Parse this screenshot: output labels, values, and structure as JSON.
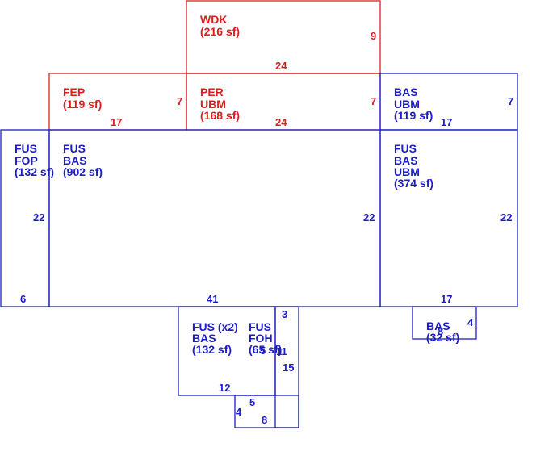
{
  "colors": {
    "blue": "#1c1cc8",
    "red": "#dc1e1e"
  },
  "areas": {
    "wdk": {
      "line1": "WDK",
      "line2": "(216 sf)",
      "dim_right": "9",
      "dim_bottom": "24"
    },
    "fep": {
      "line1": "FEP",
      "line2": "(119 sf)",
      "dim_right": "7",
      "dim_bottom": "17"
    },
    "per": {
      "line1": "PER",
      "line2": "UBM",
      "line3": "(168 sf)",
      "dim_right": "7",
      "dim_bottom": "24"
    },
    "bas_ubm_top": {
      "line1": "BAS",
      "line2": "UBM",
      "line3": "(119 sf)",
      "dim_right": "7",
      "dim_bottom": "17"
    },
    "fus_fop": {
      "line1": "FUS",
      "line2": "FOP",
      "line3": "(132 sf)",
      "dim_right": "22",
      "dim_bottom": "6"
    },
    "fus_bas_main": {
      "line1": "FUS",
      "line2": "BAS",
      "line3": "(902 sf)",
      "dim_right": "22",
      "dim_bottom": "41"
    },
    "fus_bas_ubm_right": {
      "line1": "FUS",
      "line2": "BAS",
      "line3": "UBM",
      "line4": "(374 sf)",
      "dim_right": "22",
      "dim_bottom": "17"
    },
    "fus_x2_bas": {
      "line1": "FUS (x2)",
      "line2": "BAS",
      "line3": "(132 sf)",
      "dim_bottom": "12"
    },
    "fus_foh": {
      "line1": "FUS",
      "line2": "FOH",
      "line3": "(65 sf)",
      "dim_3": "3",
      "dim_11": "11",
      "dim_15": "15",
      "dim_5": "5",
      "dim_4": "4",
      "dim_8": "8",
      "dim_5b": "5"
    },
    "bas_small": {
      "line1": "BAS",
      "line2": "(32 sf)",
      "dim_right": "4",
      "dim_inner": "8"
    }
  }
}
